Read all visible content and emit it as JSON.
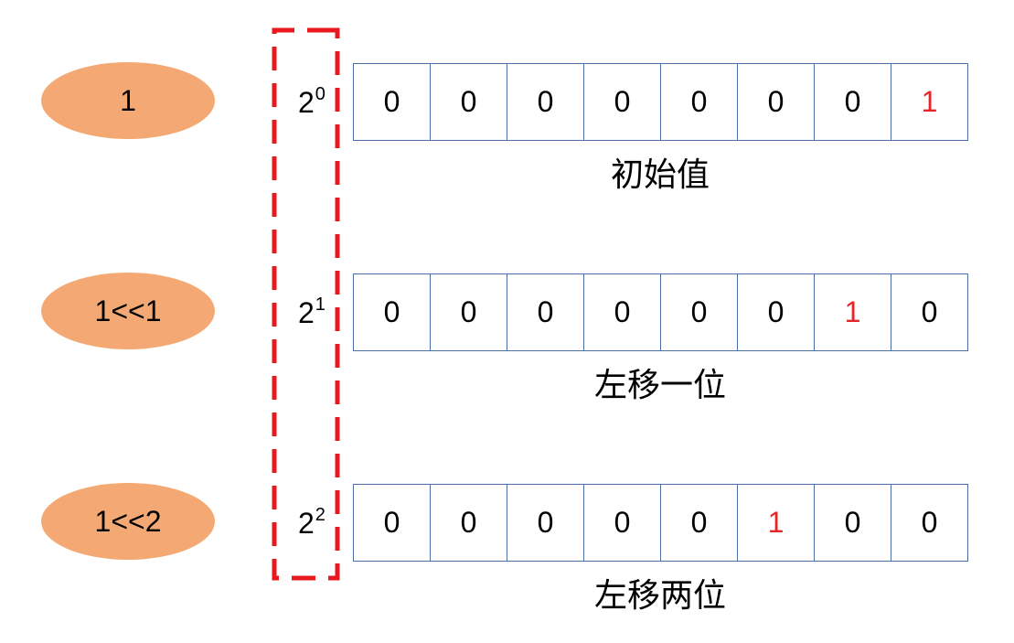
{
  "colors": {
    "ellipse_fill": "#f4a974",
    "highlight_bit": "#e3262a",
    "grid_border": "#4a6fa5",
    "bracket": "#e8191e"
  },
  "rows": [
    {
      "label": "1",
      "power_base": "2",
      "power_exp": "0",
      "bits": [
        "0",
        "0",
        "0",
        "0",
        "0",
        "0",
        "0",
        "1"
      ],
      "highlight_index": 7,
      "caption": "初始值"
    },
    {
      "label": "1<<1",
      "power_base": "2",
      "power_exp": "1",
      "bits": [
        "0",
        "0",
        "0",
        "0",
        "0",
        "0",
        "1",
        "0"
      ],
      "highlight_index": 6,
      "caption": "左移一位"
    },
    {
      "label": "1<<2",
      "power_base": "2",
      "power_exp": "2",
      "bits": [
        "0",
        "0",
        "0",
        "0",
        "0",
        "1",
        "0",
        "0"
      ],
      "highlight_index": 5,
      "caption": "左移两位"
    }
  ]
}
